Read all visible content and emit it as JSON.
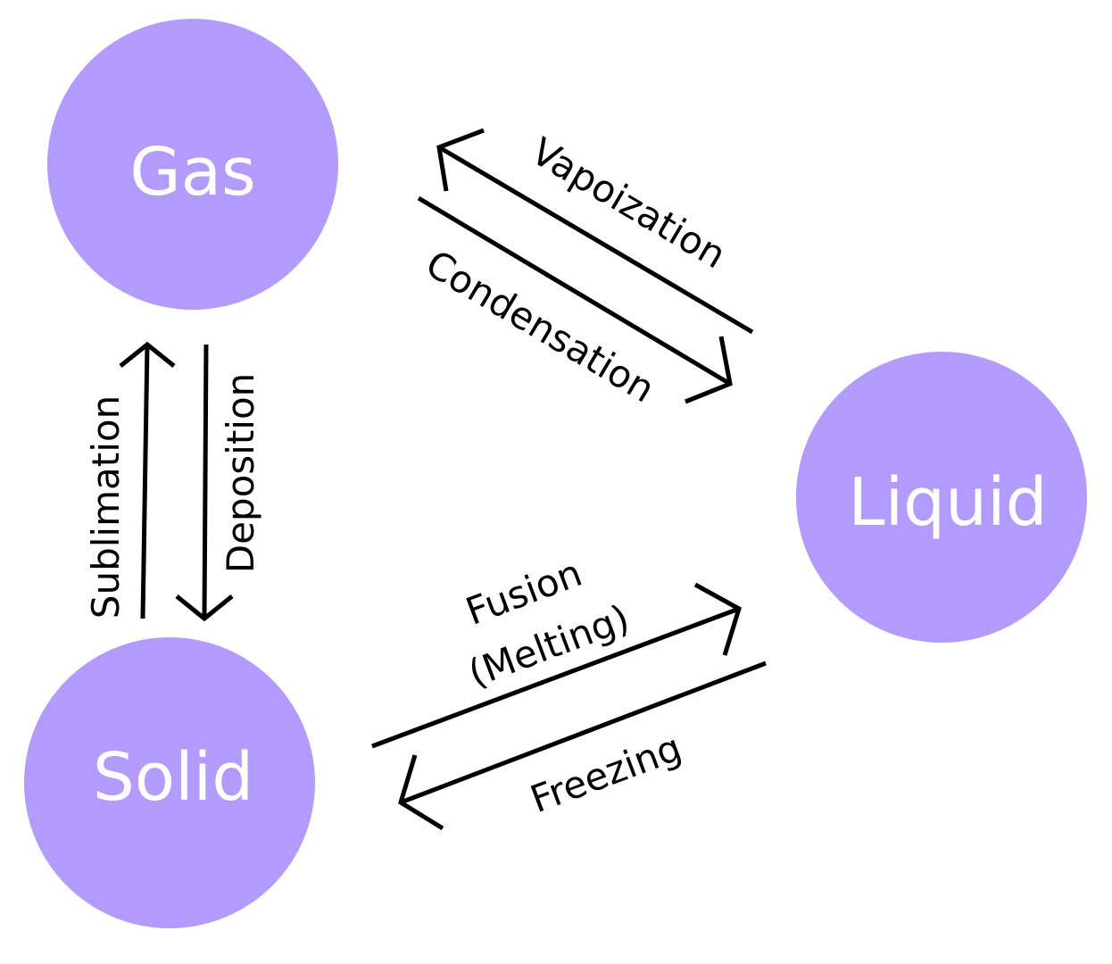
{
  "states": {
    "gas": "Gas",
    "liquid": "Liquid",
    "solid": "Solid"
  },
  "processes": {
    "vaporization": "Vapoization",
    "condensation": "Condensation",
    "sublimation": "Sublimation",
    "deposition": "Deposition",
    "fusion": "Fusion",
    "melting": "(Melting)",
    "freezing": "Freezing"
  },
  "colors": {
    "state_fill": "#b39bfd",
    "arrow": "#000000"
  }
}
